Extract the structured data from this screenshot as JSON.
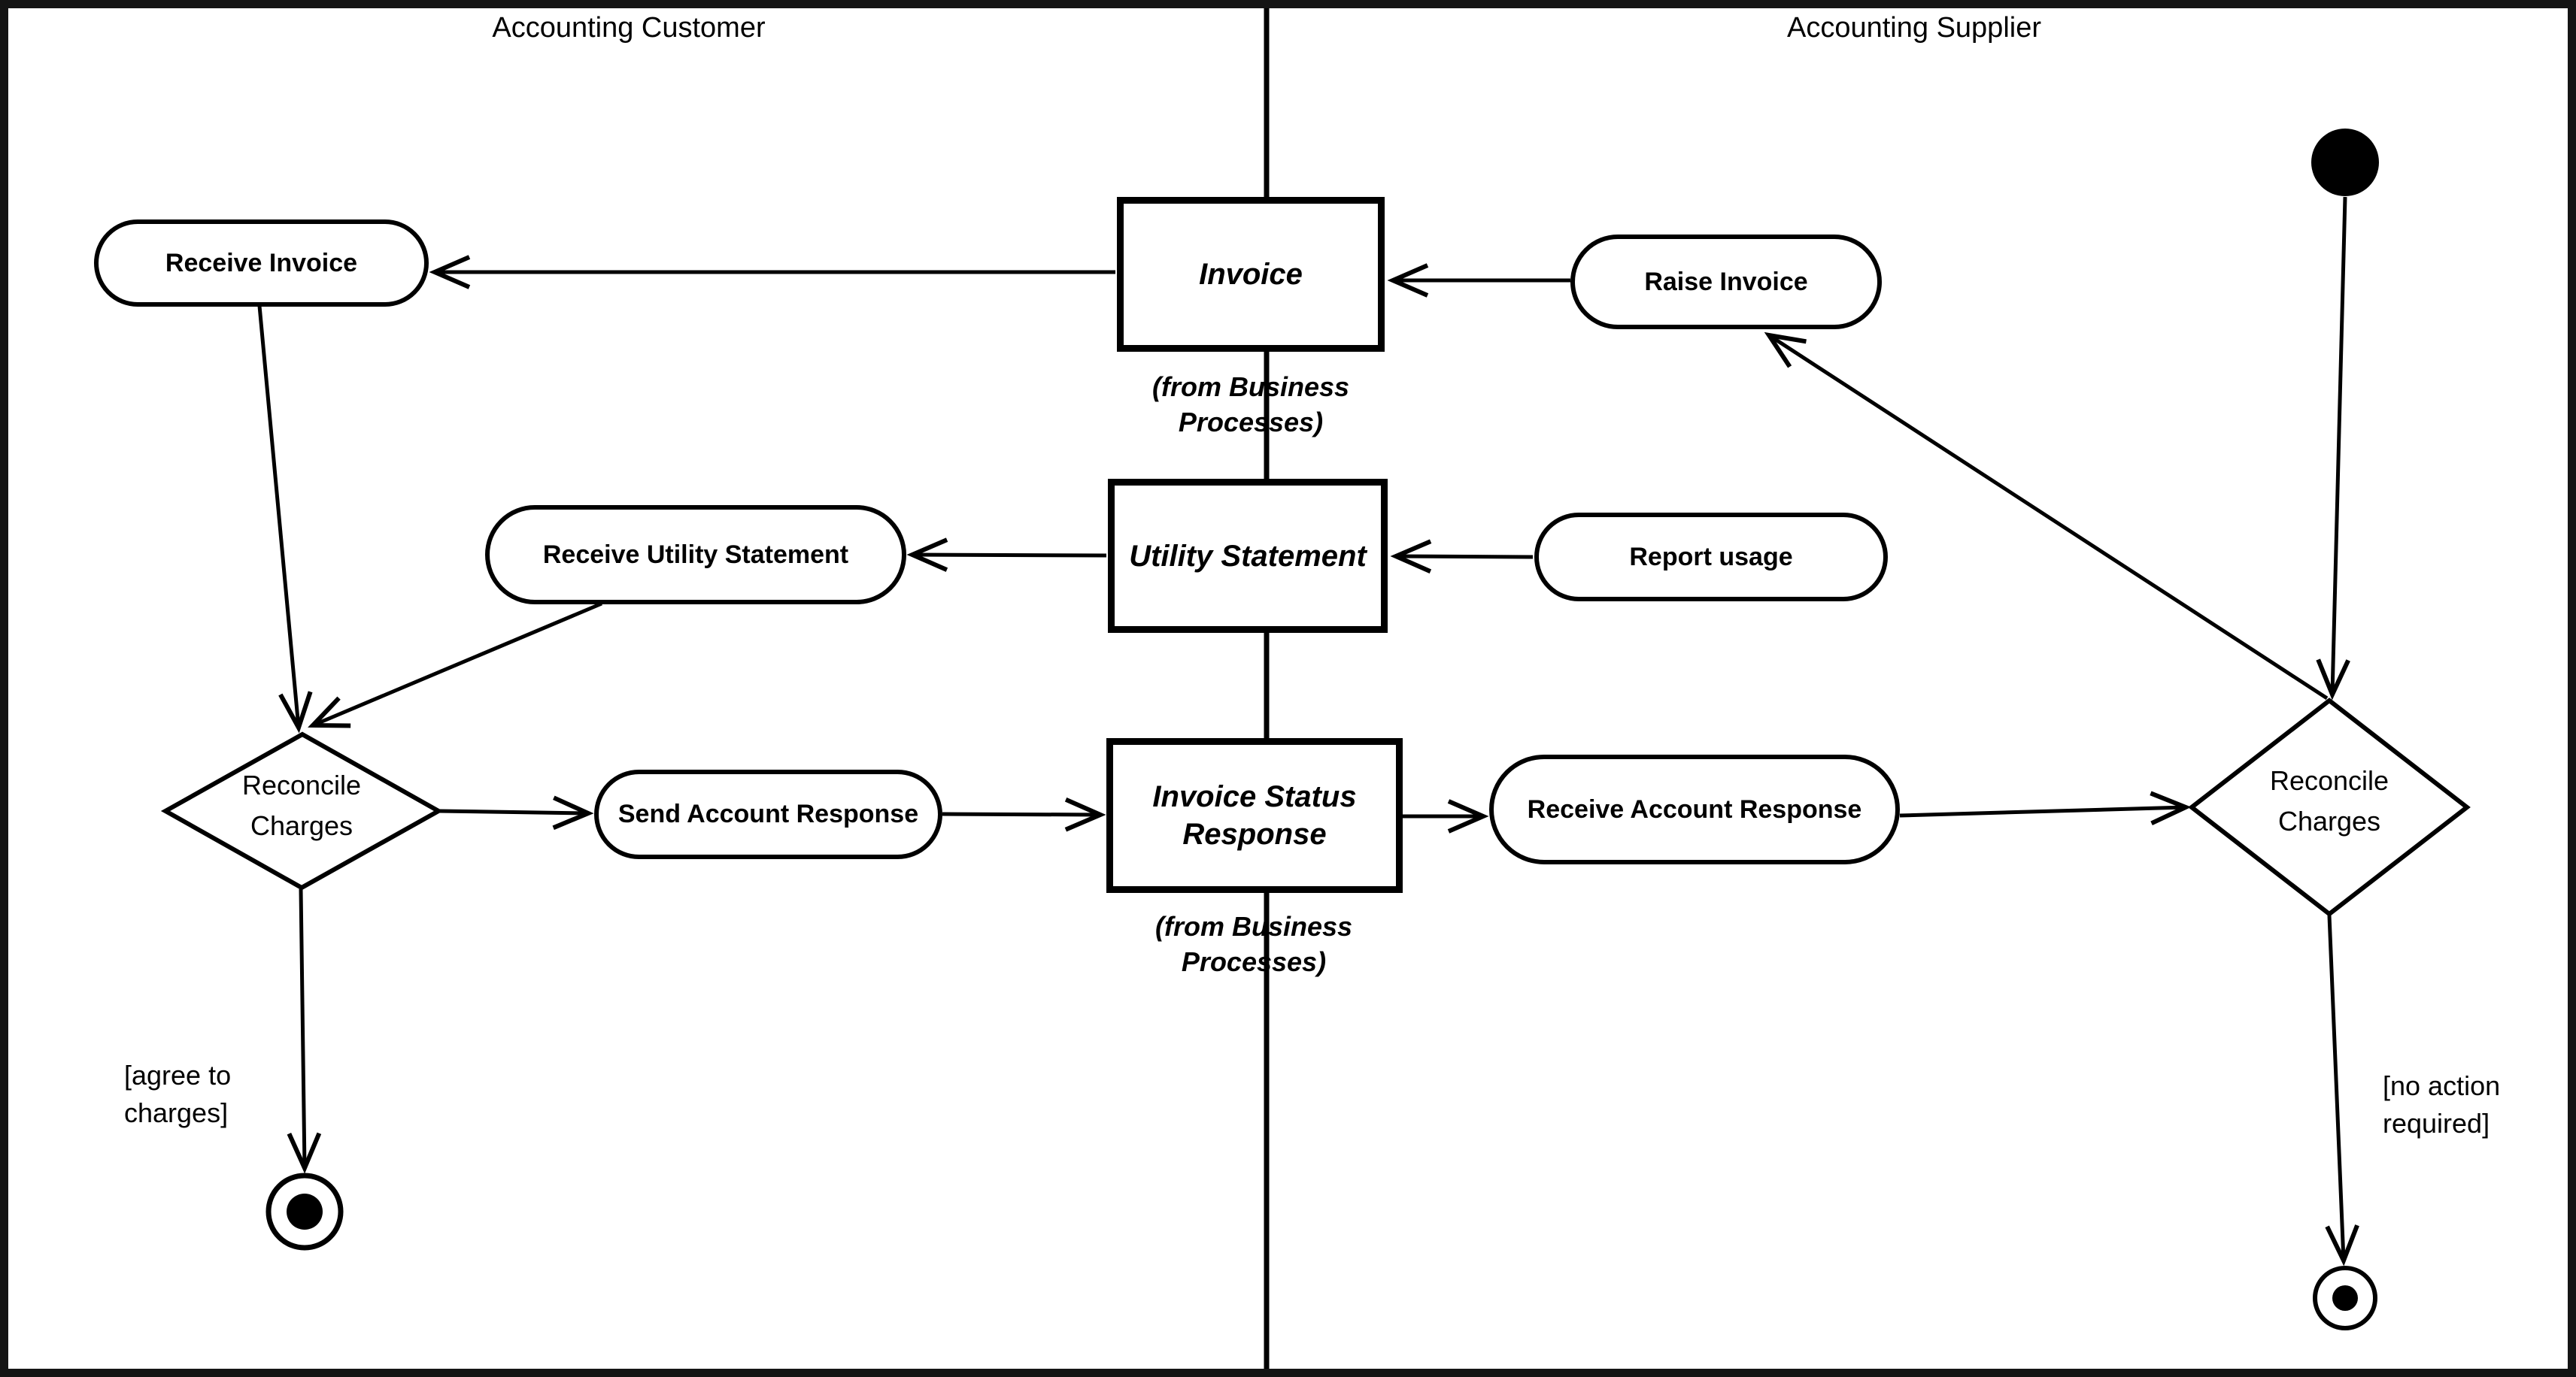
{
  "diagram": {
    "type": "uml-activity-diagram",
    "lanes": [
      {
        "id": "customer",
        "title": "Accounting Customer"
      },
      {
        "id": "supplier",
        "title": "Accounting Supplier"
      }
    ],
    "nodes": {
      "start": {
        "type": "initial",
        "lane": "supplier"
      },
      "receive_invoice": {
        "type": "activity",
        "lane": "customer",
        "label": "Receive Invoice"
      },
      "invoice": {
        "type": "object",
        "lane": "center",
        "label": "Invoice",
        "stereotype": "(from Business\nProcesses)"
      },
      "raise_invoice": {
        "type": "activity",
        "lane": "supplier",
        "label": "Raise Invoice"
      },
      "receive_utility_statement": {
        "type": "activity",
        "lane": "customer",
        "label": "Receive Utility Statement"
      },
      "utility_statement": {
        "type": "object",
        "lane": "center",
        "label": "Utility Statement"
      },
      "report_usage": {
        "type": "activity",
        "lane": "supplier",
        "label": "Report usage"
      },
      "reconcile_charges_customer": {
        "type": "decision",
        "lane": "customer",
        "label": "Reconcile\nCharges"
      },
      "send_account_response": {
        "type": "activity",
        "lane": "customer",
        "label": "Send Account Response"
      },
      "invoice_status_response": {
        "type": "object",
        "lane": "center",
        "label": "Invoice Status\nResponse",
        "stereotype": "(from Business\nProcesses)"
      },
      "receive_account_response": {
        "type": "activity",
        "lane": "supplier",
        "label": "Receive Account Response"
      },
      "reconcile_charges_supplier": {
        "type": "decision",
        "lane": "supplier",
        "label": "Reconcile\nCharges"
      },
      "end_customer": {
        "type": "final",
        "lane": "customer",
        "guard": "[agree to\ncharges]"
      },
      "end_supplier": {
        "type": "final",
        "lane": "supplier",
        "guard": "[no action\nrequired]"
      }
    },
    "edges": [
      {
        "from": "raise_invoice",
        "to": "invoice"
      },
      {
        "from": "invoice",
        "to": "receive_invoice"
      },
      {
        "from": "start",
        "to": "reconcile_charges_supplier"
      },
      {
        "from": "receive_invoice",
        "to": "reconcile_charges_customer"
      },
      {
        "from": "report_usage",
        "to": "utility_statement"
      },
      {
        "from": "utility_statement",
        "to": "receive_utility_statement"
      },
      {
        "from": "receive_utility_statement",
        "to": "reconcile_charges_customer"
      },
      {
        "from": "reconcile_charges_customer",
        "to": "send_account_response"
      },
      {
        "from": "send_account_response",
        "to": "invoice_status_response"
      },
      {
        "from": "invoice_status_response",
        "to": "receive_account_response"
      },
      {
        "from": "receive_account_response",
        "to": "reconcile_charges_supplier"
      },
      {
        "from": "reconcile_charges_supplier",
        "to": "raise_invoice"
      },
      {
        "from": "reconcile_charges_customer",
        "to": "end_customer",
        "guard": "[agree to charges]"
      },
      {
        "from": "reconcile_charges_supplier",
        "to": "end_supplier",
        "guard": "[no action required]"
      }
    ],
    "colors": {
      "line": "#000000",
      "background": "#ffffff",
      "frame": "#141414"
    }
  }
}
